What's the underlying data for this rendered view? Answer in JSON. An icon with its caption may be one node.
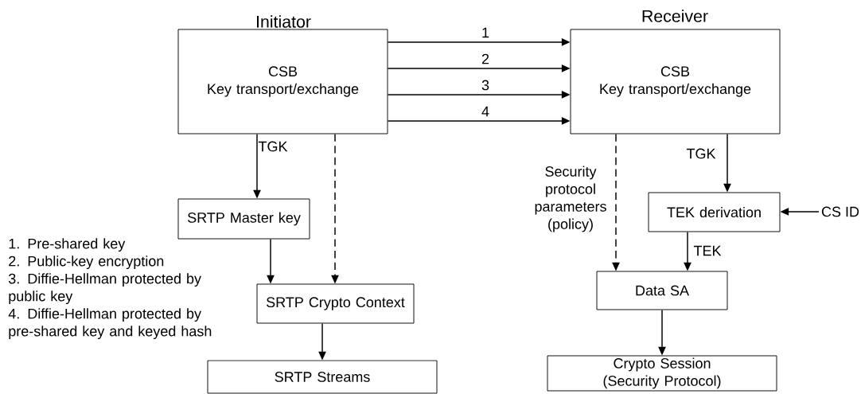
{
  "diagram": {
    "nodes": [
      {
        "text": [
          "Initiator",
          "CSB",
          "Key transport/exchange"
        ]
      },
      {
        "text": [
          "Receiver",
          "CSB",
          "Key transport/exchange"
        ]
      },
      {
        "text": [
          "SRTP Master key"
        ]
      },
      {
        "text": [
          "SRTP Crypto Context"
        ]
      },
      {
        "text": [
          "SRTP Streams"
        ]
      },
      {
        "text": [
          "TEK derivation"
        ]
      },
      {
        "text": [
          "Data SA"
        ]
      },
      {
        "text": [
          "Crypto Session (Security Protocol)"
        ]
      },
      {
        "text": [
          "CS ID"
        ]
      }
    ],
    "edges": [
      {
        "from": 0,
        "to": 1,
        "arrow": "to",
        "label": "1"
      },
      {
        "from": 0,
        "to": 1,
        "arrow": "to",
        "label": "2"
      },
      {
        "from": 0,
        "to": 1,
        "arrow": "to",
        "label": "3"
      },
      {
        "from": 0,
        "to": 1,
        "arrow": "to",
        "label": "4"
      },
      {
        "from": 0,
        "to": 2,
        "arrow": "to",
        "label": "TGK"
      },
      {
        "from": 0,
        "to": 3,
        "arrow": "to",
        "style": "dashed"
      },
      {
        "from": 2,
        "to": 3,
        "arrow": "to"
      },
      {
        "from": 3,
        "to": 4,
        "arrow": "to"
      },
      {
        "from": 1,
        "to": 6,
        "arrow": "to",
        "style": "dashed",
        "label": "Security protocol parameters (policy)"
      },
      {
        "from": 1,
        "to": 5,
        "arrow": "to",
        "label": "TGK"
      },
      {
        "from": 8,
        "to": 5,
        "arrow": "to"
      },
      {
        "from": 5,
        "to": 6,
        "arrow": "to",
        "label": "TEK"
      },
      {
        "from": 6,
        "to": 7,
        "arrow": "to"
      }
    ],
    "labels": [
      "1. Pre-shared key",
      "2. Public-key encryption",
      "3. Diffie-Hellman protected by public key",
      "4. Diffie-Hellman protected by pre-shared key and keyed hash"
    ]
  }
}
